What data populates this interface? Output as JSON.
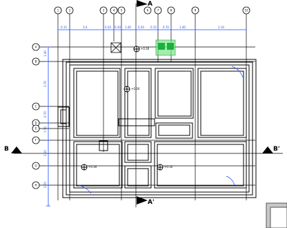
{
  "grid_cols": [
    "1",
    "2",
    "3",
    "4",
    "5",
    "6",
    "7",
    "8",
    "9",
    "10"
  ],
  "grid_rows": [
    "A",
    "B",
    "C",
    "D",
    "E",
    "F",
    "G",
    "H"
  ],
  "top_dims": [
    "0.15",
    "3.0",
    "0.20",
    "0.30",
    "1.00",
    "0.20",
    "0.15",
    "0.70",
    "1.40",
    "3.10"
  ],
  "left_dims": [
    "1.40",
    "2.70",
    "0.70",
    "1.50",
    "2.00",
    "2.70"
  ],
  "section_labels": {
    "b_left": "B",
    "b_right": "B'",
    "a_top": "A",
    "a_bottom": "A'"
  },
  "levels": {
    "top": "+0.30",
    "room1": "+0.30",
    "room2": "+0.30",
    "room3": "+0.30"
  },
  "colors": {
    "line": "#000000",
    "dim_blue": "#1d4fff",
    "green": "#19b23a",
    "light_green": "#7be58a"
  },
  "icons": [
    "section-arrow-icon",
    "level-marker-icon",
    "grid-bubble-icon"
  ]
}
